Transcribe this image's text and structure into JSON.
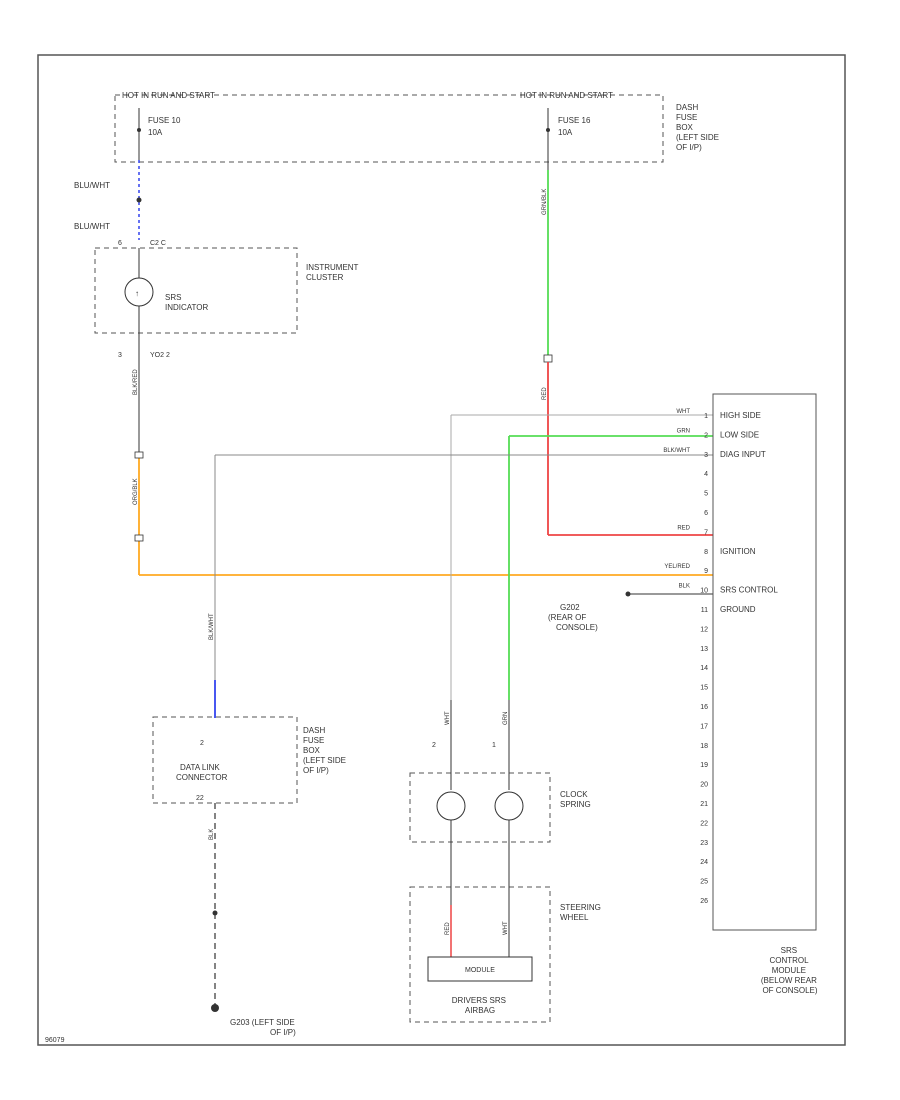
{
  "hot_in_run_start_left": "HOT IN RUN AND START",
  "hot_in_run_start_right": "HOT IN RUN AND START",
  "fuse_left": {
    "name": "FUSE 10",
    "rating": "10A"
  },
  "fuse_right": {
    "name": "FUSE 16",
    "rating": "10A"
  },
  "dash_fuse_box_top": [
    "DASH",
    "FUSE",
    "BOX",
    "(LEFT SIDE",
    "OF I/P)"
  ],
  "wire_blu_wht_1": "BLU/WHT",
  "wire_blu_wht_2": "BLU/WHT",
  "cluster": {
    "pin_top": "6",
    "conn_top": "C2 C",
    "pin_bottom": "3",
    "conn_bottom": "YO2 2",
    "indicator": [
      "SRS",
      "INDICATOR"
    ],
    "name": [
      "INSTRUMENT",
      "CLUSTER"
    ]
  },
  "module_rows": [
    {
      "pin": "1",
      "wire": "WHT",
      "label": "HIGH SIDE"
    },
    {
      "pin": "2",
      "wire": "GRN",
      "label": "LOW SIDE"
    },
    {
      "pin": "3",
      "wire": "BLK/WHT",
      "label": "DIAG INPUT"
    },
    {
      "pin": "4",
      "wire": "",
      "label": ""
    },
    {
      "pin": "5",
      "wire": "",
      "label": ""
    },
    {
      "pin": "6",
      "wire": "",
      "label": ""
    },
    {
      "pin": "7",
      "wire": "RED",
      "label": ""
    },
    {
      "pin": "8",
      "wire": "",
      "label": "IGNITION"
    },
    {
      "pin": "9",
      "wire": "YEL/RED",
      "label": ""
    },
    {
      "pin": "10",
      "wire": "BLK",
      "label": "SRS CONTROL"
    },
    {
      "pin": "11",
      "wire": "",
      "label": "GROUND"
    },
    {
      "pin": "12",
      "wire": "",
      "label": ""
    },
    {
      "pin": "13",
      "wire": "",
      "label": ""
    },
    {
      "pin": "14",
      "wire": "",
      "label": ""
    },
    {
      "pin": "15",
      "wire": "",
      "label": ""
    },
    {
      "pin": "16",
      "wire": "",
      "label": ""
    },
    {
      "pin": "17",
      "wire": "",
      "label": ""
    },
    {
      "pin": "18",
      "wire": "",
      "label": ""
    },
    {
      "pin": "19",
      "wire": "",
      "label": ""
    },
    {
      "pin": "20",
      "wire": "",
      "label": ""
    },
    {
      "pin": "21",
      "wire": "",
      "label": ""
    },
    {
      "pin": "22",
      "wire": "",
      "label": ""
    },
    {
      "pin": "23",
      "wire": "",
      "label": ""
    },
    {
      "pin": "24",
      "wire": "",
      "label": ""
    },
    {
      "pin": "25",
      "wire": "",
      "label": ""
    },
    {
      "pin": "26",
      "wire": "",
      "label": ""
    }
  ],
  "module_name": [
    "SRS",
    "CONTROL",
    "MODULE",
    "(BELOW REAR",
    "OF CONSOLE)"
  ],
  "ground_g202": [
    "G202",
    "(REAR OF",
    "CONSOLE)"
  ],
  "dlc": {
    "pin_top": "2",
    "pin_bottom": "22",
    "name": [
      "DATA LINK",
      "CONNECTOR"
    ]
  },
  "dash_fuse_box_mid": [
    "DASH",
    "FUSE",
    "BOX",
    "(LEFT SIDE",
    "OF I/P)"
  ],
  "ground_g203": [
    "G203 (LEFT SIDE",
    "OF I/P)"
  ],
  "clock_spring": {
    "pin_left": "2",
    "pin_right": "1",
    "name": [
      "CLOCK",
      "SPRING"
    ]
  },
  "steering_wheel": [
    "STEERING",
    "WHEEL"
  ],
  "airbag": [
    "DRIVERS SRS",
    "AIRBAG"
  ],
  "airbag_module": "MODULE",
  "vertical_wire_labels": {
    "grn_top": "GRN/BLK",
    "red_right": "RED",
    "blk_cluster": "BLK/RED",
    "org_left": "ORG/BLK",
    "blk_dlc": "BLK/WHT",
    "blk_dlc_low": "BLK",
    "wht_clock": "WHT",
    "grn_clock": "GRN",
    "red_airbag": "RED",
    "wht_airbag": "WHT"
  },
  "footer_code": "96079",
  "colors": {
    "green": "#55dd55",
    "red": "#ee4444",
    "orange": "#ffaa22",
    "blue": "#3344ee",
    "gray": "#888888"
  }
}
